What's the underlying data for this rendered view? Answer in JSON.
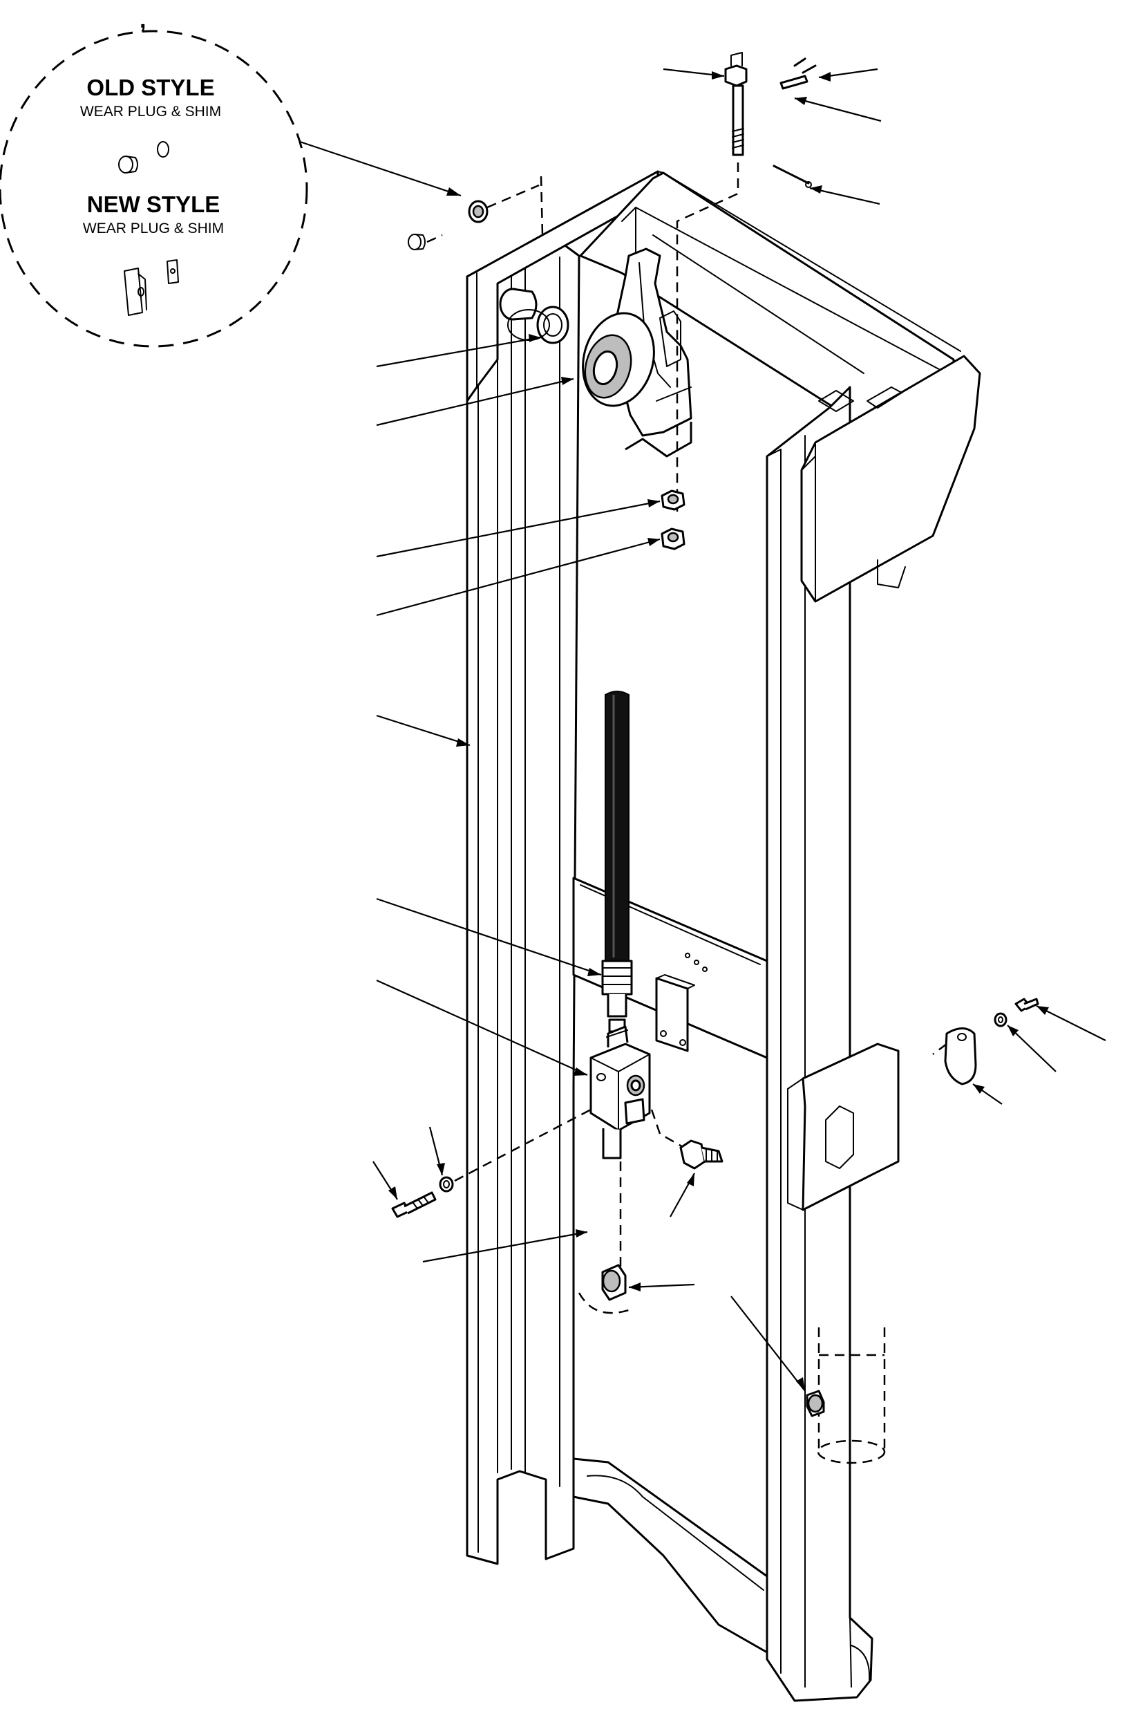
{
  "inset": {
    "mark": ",",
    "old_title": "OLD STYLE",
    "old_subtitle": "WEAR PLUG & SHIM",
    "new_title": "NEW STYLE",
    "new_subtitle": "WEAR PLUG & SHIM"
  },
  "colors": {
    "ink": "#000000",
    "background": "#ffffff",
    "hose": "#111111"
  }
}
